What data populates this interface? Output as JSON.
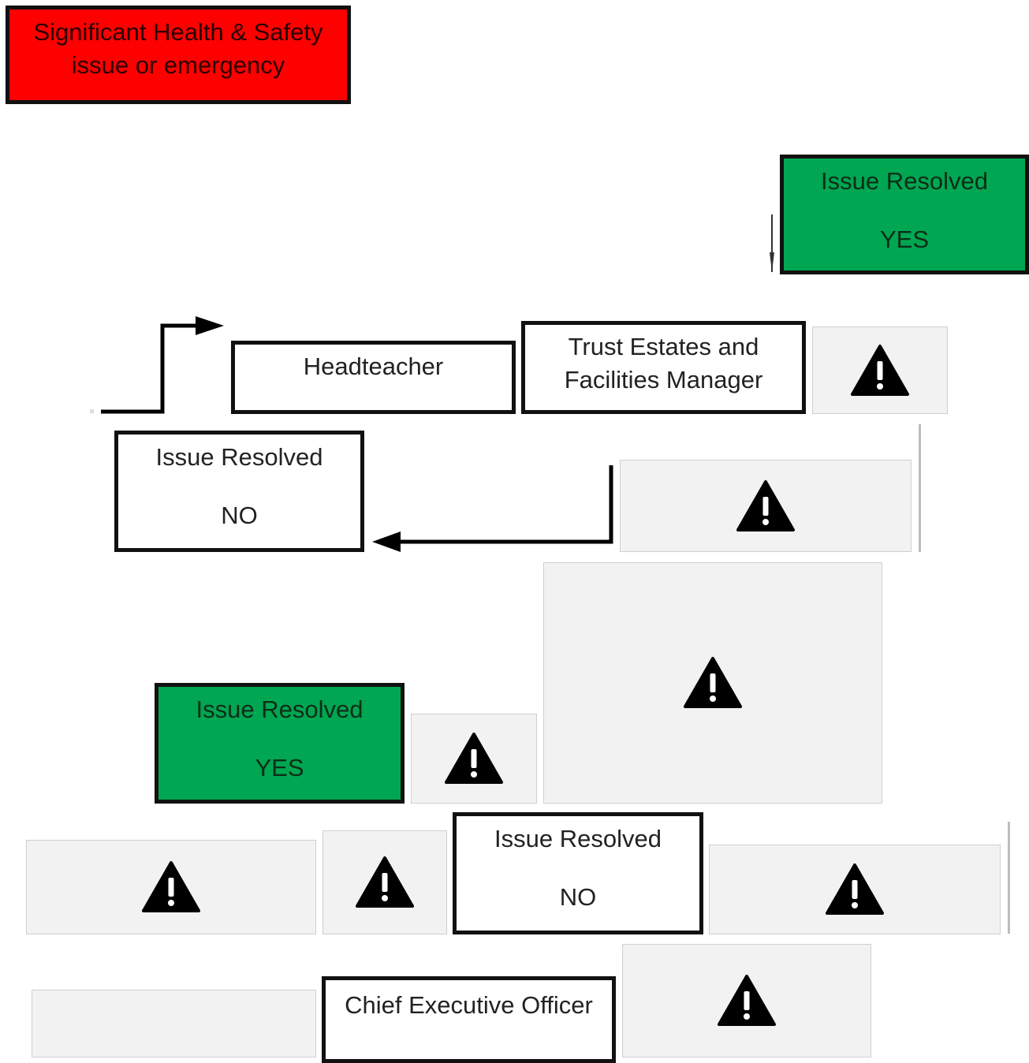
{
  "nodes": {
    "emergency": "Significant Health & Safety issue or emergency",
    "resolved_yes_top": {
      "line1": "Issue Resolved",
      "line2": "YES"
    },
    "headteacher": "Headteacher",
    "estates_manager": "Trust Estates and Facilities Manager",
    "resolved_no_left": {
      "line1": "Issue Resolved",
      "line2": "NO"
    },
    "resolved_yes_mid": {
      "line1": "Issue Resolved",
      "line2": "YES"
    },
    "resolved_no_mid": {
      "line1": "Issue Resolved",
      "line2": "NO"
    },
    "ceo": "Chief Executive Officer"
  },
  "placeholders": {
    "icon": "warning-icon",
    "count": 9
  },
  "colors": {
    "emergency": "#ff0000",
    "resolved_yes": "#00a651",
    "placeholder_bg": "#f2f2f2",
    "border": "#111111"
  }
}
